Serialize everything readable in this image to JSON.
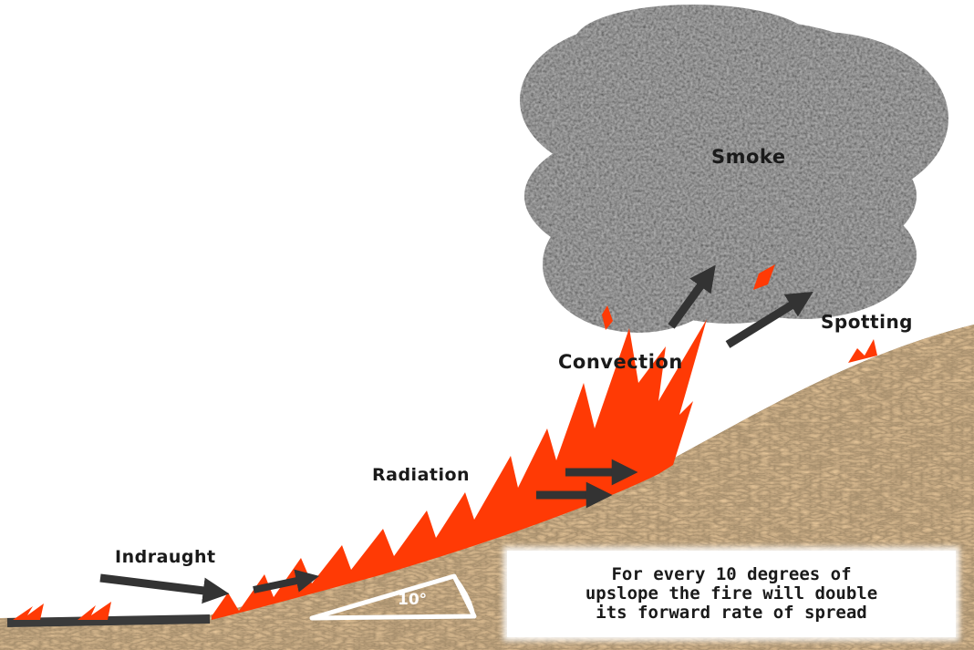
{
  "labels": {
    "smoke": "Smoke",
    "spotting": "Spotting",
    "convection": "Convection",
    "radiation": "Radiation",
    "indraught": "Indraught"
  },
  "angle": "10°",
  "note": {
    "line1": "For every 10 degrees of",
    "line2": "upslope the fire will double",
    "line3": "its forward rate of spread"
  },
  "colors": {
    "fire": "#ff3a05",
    "ground": "#8a6a45",
    "smoke": "#bdbdbd",
    "arrow": "#333333"
  }
}
